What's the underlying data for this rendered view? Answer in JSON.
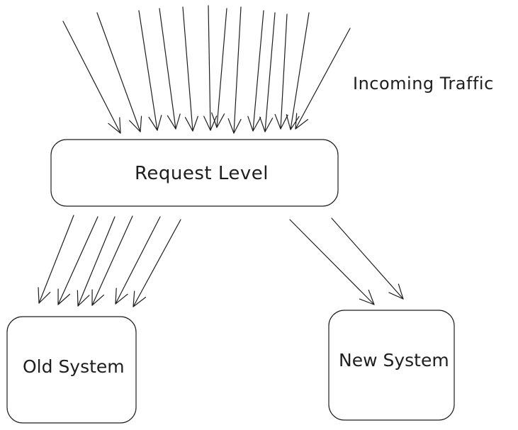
{
  "diagram": {
    "incoming_label": "Incoming Traffic",
    "request_box_label": "Request Level",
    "old_system_label": "Old System",
    "new_system_label": "New System",
    "stroke_color": "#1e1e1e",
    "background_color": "#ffffff"
  }
}
